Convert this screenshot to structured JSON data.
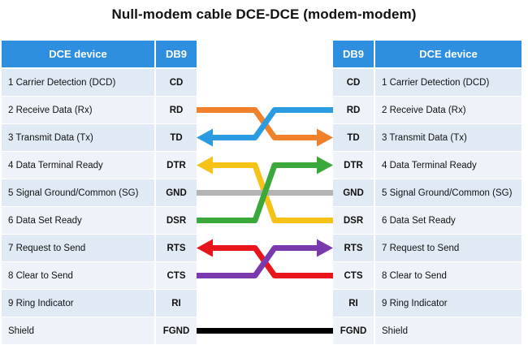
{
  "title": "Null-modem cable DCE-DCE (modem-modem)",
  "left_table": {
    "headers": [
      "DCE device",
      "DB9"
    ],
    "rows": [
      {
        "desc": "1 Carrier Detection (DCD)",
        "code": "CD"
      },
      {
        "desc": "2 Receive Data (Rx)",
        "code": "RD"
      },
      {
        "desc": "3 Transmit Data (Tx)",
        "code": "TD"
      },
      {
        "desc": "4 Data Terminal Ready",
        "code": "DTR"
      },
      {
        "desc": "5 Signal Ground/Common  (SG)",
        "code": "GND"
      },
      {
        "desc": "6 Data Set Ready",
        "code": "DSR"
      },
      {
        "desc": "7 Request to Send",
        "code": "RTS"
      },
      {
        "desc": "8 Clear to Send",
        "code": "CTS"
      },
      {
        "desc": "9 Ring Indicator",
        "code": "RI"
      },
      {
        "desc": "Shield",
        "code": "FGND"
      }
    ]
  },
  "right_table": {
    "headers": [
      "DB9",
      "DCE device"
    ],
    "rows": [
      {
        "code": "CD",
        "desc": "1 Carrier Detection (DCD)"
      },
      {
        "code": "RD",
        "desc": "2 Receive Data (Rx)"
      },
      {
        "code": "TD",
        "desc": "3 Transmit Data (Tx)"
      },
      {
        "code": "DTR",
        "desc": "4 Data Terminal Ready"
      },
      {
        "code": "GND",
        "desc": "5 Signal Ground/Common  (SG)"
      },
      {
        "code": "DSR",
        "desc": "6 Data Set Ready"
      },
      {
        "code": "RTS",
        "desc": "7 Request to Send"
      },
      {
        "code": "CTS",
        "desc": "8 Clear to Send"
      },
      {
        "code": "RI",
        "desc": "9 Ring Indicator"
      },
      {
        "code": "FGND",
        "desc": "Shield"
      }
    ]
  },
  "connections": [
    {
      "from_row": 1,
      "to_row": 2,
      "color": "#f0802a",
      "arrow": "right"
    },
    {
      "from_row": 2,
      "to_row": 1,
      "color": "#2b9be2",
      "arrow": "left"
    },
    {
      "from_row": 3,
      "to_row": 5,
      "color": "#f7c218",
      "arrow": "left"
    },
    {
      "from_row": 4,
      "to_row": 4,
      "color": "#b4b4b4",
      "arrow": "none"
    },
    {
      "from_row": 5,
      "to_row": 3,
      "color": "#3aa83a",
      "arrow": "right"
    },
    {
      "from_row": 6,
      "to_row": 7,
      "color": "#e8161c",
      "arrow": "left"
    },
    {
      "from_row": 7,
      "to_row": 6,
      "color": "#7a3aae",
      "arrow": "right"
    },
    {
      "from_row": 9,
      "to_row": 9,
      "color": "#000000",
      "arrow": "none"
    }
  ]
}
